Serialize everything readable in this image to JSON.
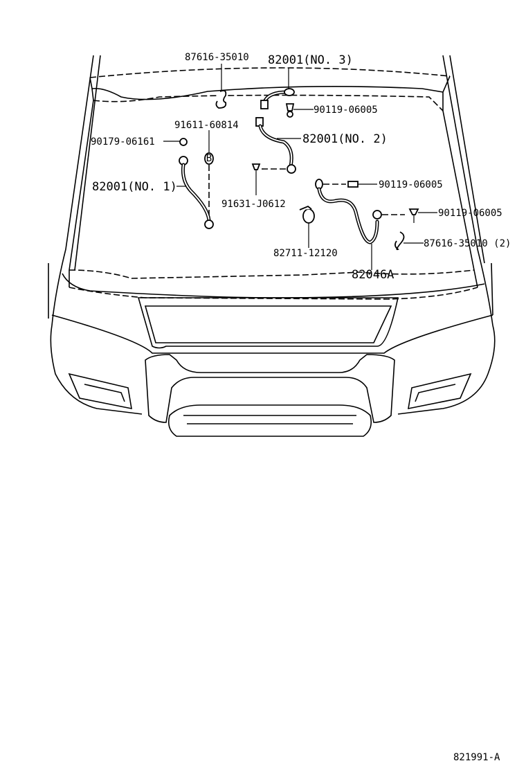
{
  "diagram": {
    "callouts": {
      "hook_top": "87616-35010",
      "cable_no3": "82001(NO. 3)",
      "bolt_top": "90119-06005",
      "grommet": "91611-60814",
      "cable_no2": "82001(NO. 2)",
      "nut": "90179-06161",
      "cable_no1": "82001(NO. 1)",
      "bolt_mid": "91631-J0612",
      "bolt_right1": "90119-06005",
      "bolt_right2": "90119-06005",
      "hook_right": "87616-35010 (2)",
      "clamp": "82711-12120",
      "cable_main": "82046A"
    },
    "grommet_mark": "B",
    "figure_id": "821991-A"
  }
}
